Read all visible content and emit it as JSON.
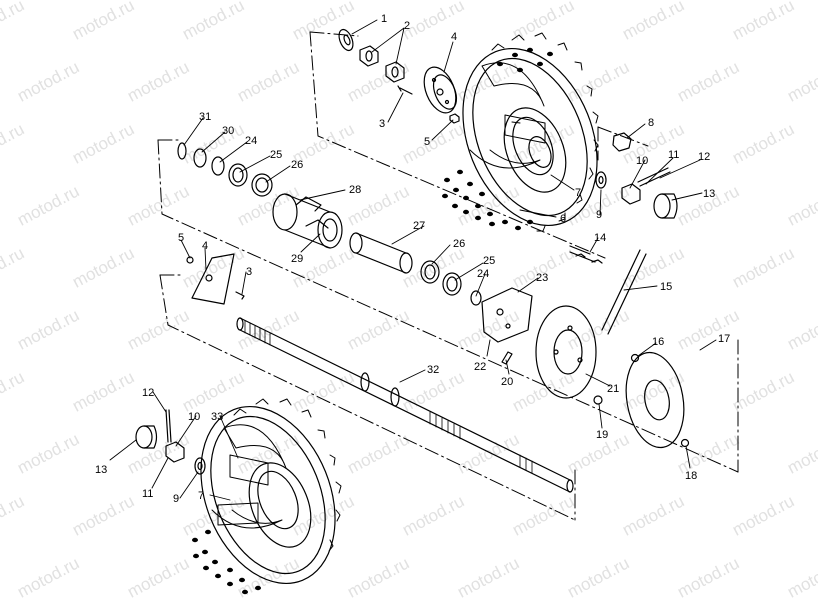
{
  "watermark_text": "motod.ru",
  "colors": {
    "ink": "#000000",
    "watermark": "#e1e1e1",
    "background": "#ffffff"
  },
  "callouts": [
    {
      "id": "c1",
      "label": "1"
    },
    {
      "id": "c2",
      "label": "2"
    },
    {
      "id": "c4a",
      "label": "4"
    },
    {
      "id": "c3a",
      "label": "3"
    },
    {
      "id": "c5a",
      "label": "5"
    },
    {
      "id": "c8",
      "label": "8"
    },
    {
      "id": "c10a",
      "label": "10"
    },
    {
      "id": "c11a",
      "label": "11"
    },
    {
      "id": "c12a",
      "label": "12"
    },
    {
      "id": "c7a",
      "label": "7"
    },
    {
      "id": "c9a",
      "label": "9"
    },
    {
      "id": "c13a",
      "label": "13"
    },
    {
      "id": "c6",
      "label": "6"
    },
    {
      "id": "c31",
      "label": "31"
    },
    {
      "id": "c30",
      "label": "30"
    },
    {
      "id": "c24a",
      "label": "24"
    },
    {
      "id": "c25a",
      "label": "25"
    },
    {
      "id": "c26a",
      "label": "26"
    },
    {
      "id": "c28",
      "label": "28"
    },
    {
      "id": "c27",
      "label": "27"
    },
    {
      "id": "c29",
      "label": "29"
    },
    {
      "id": "c26b",
      "label": "26"
    },
    {
      "id": "c25b",
      "label": "25"
    },
    {
      "id": "c14",
      "label": "14"
    },
    {
      "id": "c5b",
      "label": "5"
    },
    {
      "id": "c4b",
      "label": "4"
    },
    {
      "id": "c3b",
      "label": "3"
    },
    {
      "id": "c24b",
      "label": "24"
    },
    {
      "id": "c23",
      "label": "23"
    },
    {
      "id": "c15",
      "label": "15"
    },
    {
      "id": "c17",
      "label": "17"
    },
    {
      "id": "c16",
      "label": "16"
    },
    {
      "id": "c22",
      "label": "22"
    },
    {
      "id": "c20",
      "label": "20"
    },
    {
      "id": "c21",
      "label": "21"
    },
    {
      "id": "c32",
      "label": "32"
    },
    {
      "id": "c19",
      "label": "19"
    },
    {
      "id": "c18",
      "label": "18"
    },
    {
      "id": "c12b",
      "label": "12"
    },
    {
      "id": "c10b",
      "label": "10"
    },
    {
      "id": "c33",
      "label": "33"
    },
    {
      "id": "c13b",
      "label": "13"
    },
    {
      "id": "c11b",
      "label": "11"
    },
    {
      "id": "c9b",
      "label": "9"
    },
    {
      "id": "c7b",
      "label": "7"
    }
  ]
}
